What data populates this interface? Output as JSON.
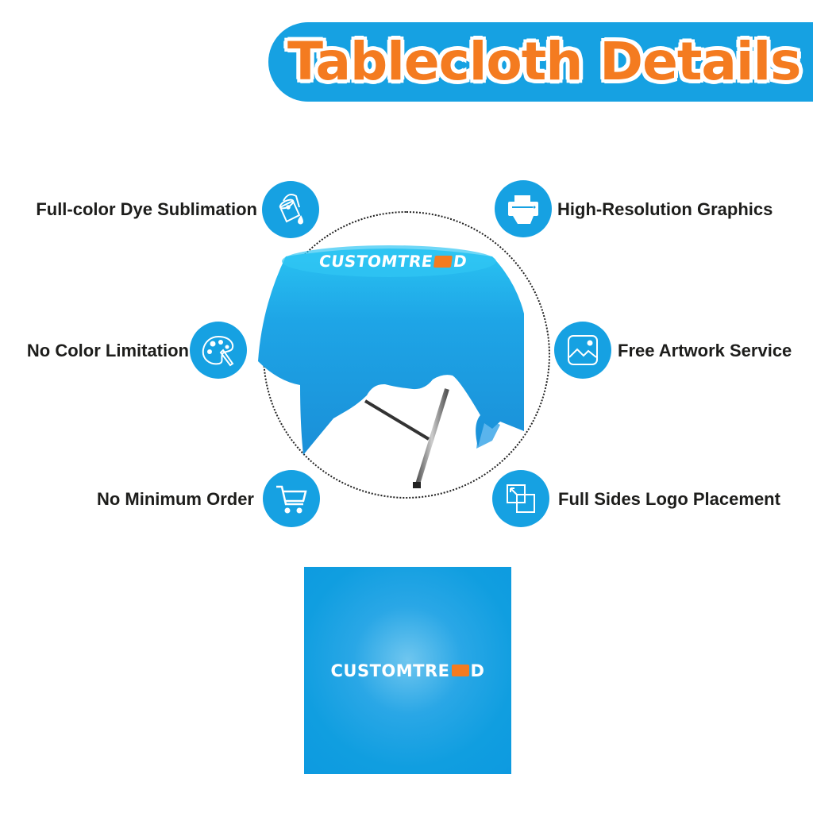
{
  "header": {
    "title": "Tablecloth Details",
    "bar_color": "#16a1e2",
    "title_color": "#f47b20"
  },
  "features": [
    {
      "label": "Full-color Dye Sublimation",
      "icon": "paint-bucket-icon",
      "side": "left"
    },
    {
      "label": "High-Resolution Graphics",
      "icon": "printer-icon",
      "side": "right"
    },
    {
      "label": "No Color Limitation",
      "icon": "palette-icon",
      "side": "left"
    },
    {
      "label": "Free Artwork Service",
      "icon": "image-icon",
      "side": "right"
    },
    {
      "label": "No Minimum Order",
      "icon": "shopping-cart-icon",
      "side": "left"
    },
    {
      "label": "Full Sides Logo Placement",
      "icon": "logo-placement-icon",
      "side": "right"
    }
  ],
  "product": {
    "draped_logo": {
      "prefix": "CUSTOMTRE",
      "suffix": "D"
    },
    "flat_logo": {
      "prefix": "CUSTOMTRE",
      "suffix": "D"
    },
    "cloth_color": "#16a1e2",
    "accent_color": "#f47b20"
  }
}
